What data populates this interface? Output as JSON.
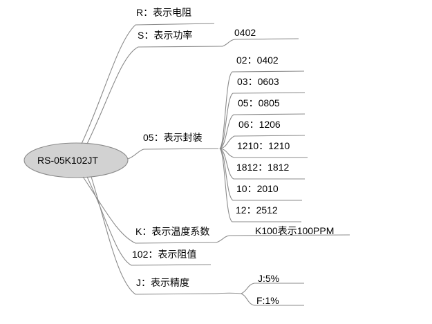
{
  "diagram": {
    "type": "mind-map",
    "title_node": "RS-05K102JT",
    "line_color": "#8a8a8a",
    "root_fill": "#d2d2d2",
    "root_stroke": "#8a8a8a",
    "text_color": "#000000",
    "background": "#ffffff"
  },
  "root": {
    "label": "RS-05K102JT"
  },
  "branches": [
    {
      "id": "r",
      "label": "R：表示电阻",
      "children": []
    },
    {
      "id": "s",
      "label": "S：表示功率",
      "children": [
        {
          "id": "s-0402",
          "label": "0402"
        }
      ]
    },
    {
      "id": "package",
      "label": "05：表示封装",
      "children": [
        {
          "id": "pkg-02",
          "label": "02：0402"
        },
        {
          "id": "pkg-03",
          "label": "03：0603"
        },
        {
          "id": "pkg-05",
          "label": "05：0805"
        },
        {
          "id": "pkg-06",
          "label": "06：1206"
        },
        {
          "id": "pkg-1210",
          "label": "1210：1210"
        },
        {
          "id": "pkg-1812",
          "label": "1812：1812"
        },
        {
          "id": "pkg-10",
          "label": "10：2010"
        },
        {
          "id": "pkg-12",
          "label": "12：2512"
        }
      ]
    },
    {
      "id": "k",
      "label": "K：表示温度系数",
      "children": [
        {
          "id": "k-100",
          "label": "K100表示100PPM"
        }
      ]
    },
    {
      "id": "value",
      "label": "102：表示阻值",
      "children": []
    },
    {
      "id": "j",
      "label": "J：表示精度",
      "children": [
        {
          "id": "j-5",
          "label": "J:5%"
        },
        {
          "id": "j-f1",
          "label": "F:1%"
        }
      ]
    }
  ]
}
